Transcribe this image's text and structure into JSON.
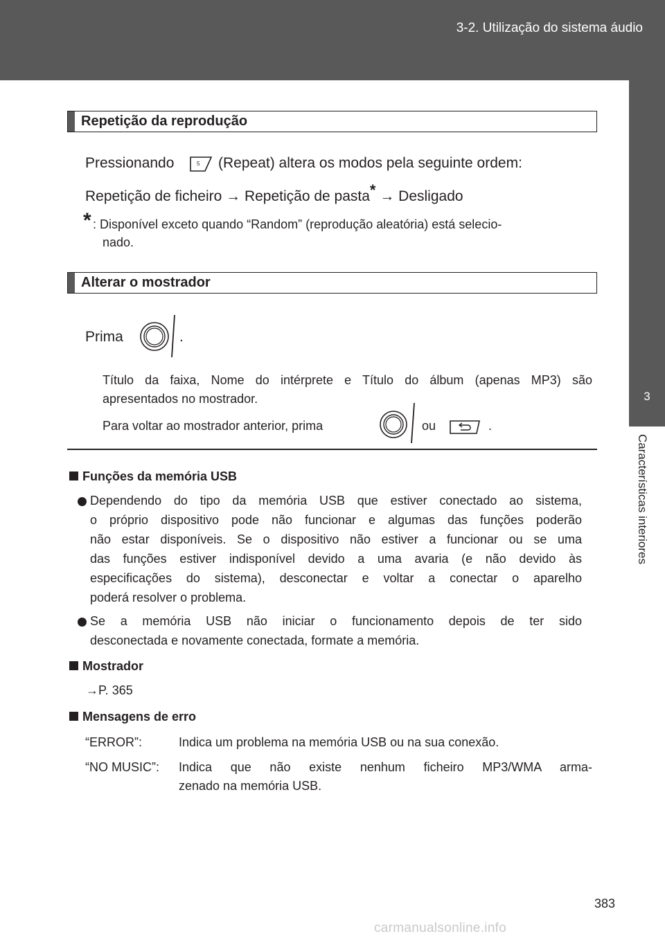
{
  "header": {
    "section": "3-2. Utilização do sistema áudio"
  },
  "side_tab": {
    "number": "3",
    "label": "Características interiores"
  },
  "section1": {
    "heading": "Repetição da reprodução",
    "line1_pre": "Pressionando",
    "line1_post": "(Repeat) altera os modos pela seguinte ordem:",
    "line2_a": "Repetição de ficheiro → Repetição de pasta",
    "line2_star": "*",
    "line2_b": " → Desligado",
    "footnote_mark": "*",
    "footnote_line1": ": Disponível exceto quando “Random” (reprodução aleatória) está selecio-",
    "footnote_line2": "nado."
  },
  "section2": {
    "heading": "Alterar o mostrador",
    "prima": "Prima",
    "period": ".",
    "desc_line1": "Título da faixa, Nome do intérprete e Título do álbum (apenas MP3) são",
    "desc_line2": "apresentados no mostrador.",
    "back_pre": "Para voltar ao mostrador anterior, prima",
    "back_ou": "ou",
    "back_end": "."
  },
  "notes": {
    "usb_title": "Funções da memória USB",
    "usb_b1": [
      "Dependendo do tipo da memória USB que estiver conectado ao sistema,",
      "o próprio dispositivo pode não funcionar e algumas das funções poderão",
      "não estar disponíveis. Se o dispositivo não estiver a funcionar ou se uma",
      "das funções estiver indisponível devido a uma avaria (e não devido às",
      "especificações do sistema), desconectar e voltar a conectar o aparelho",
      "poderá resolver o problema."
    ],
    "usb_b2": [
      "Se a memória USB não iniciar o funcionamento depois de ter sido",
      "desconectada e novamente conectada, formate a memória."
    ],
    "display_title": "Mostrador",
    "display_ref": "→P. 365",
    "errors_title": "Mensagens de erro",
    "err1_code": "“ERROR”:",
    "err1_text": "Indica um problema na memória USB ou na sua conexão.",
    "err2_code": "“NO MUSIC”:",
    "err2_text1": "Indica que não existe nenhum ficheiro MP3/WMA arma-",
    "err2_text2": "zenado na memória USB."
  },
  "page_number": "383",
  "watermark": "carmanualsonline.info",
  "icons": [
    "repeat-button-icon",
    "tune-knob-icon",
    "back-button-icon"
  ]
}
